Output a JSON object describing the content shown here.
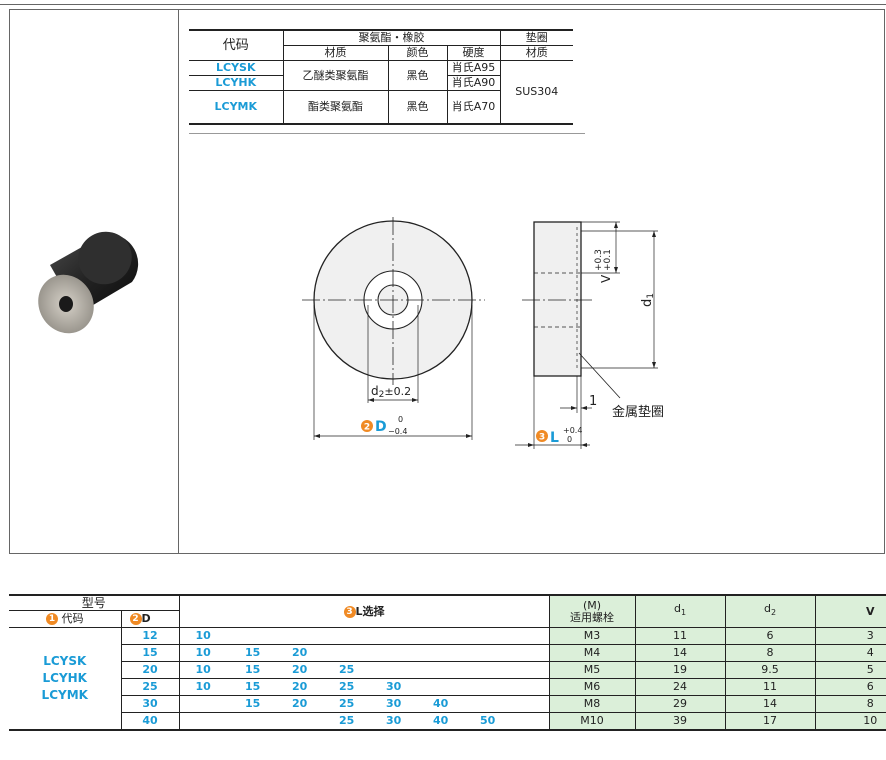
{
  "material_table": {
    "header_code": "代码",
    "group_pu": "聚氨酯・橡胶",
    "group_washer": "垫圈",
    "col_material": "材质",
    "col_color": "颜色",
    "col_hardness": "硬度",
    "col_washer_material": "材质",
    "rows": [
      {
        "code": "LCYSK",
        "material": "乙醚类聚氨酯",
        "color": "黑色",
        "hardness": "肖氏A95"
      },
      {
        "code": "LCYHK",
        "material": "",
        "color": "",
        "hardness": "肖氏A90"
      },
      {
        "code": "LCYMK",
        "material": "酯类聚氨酯",
        "color": "黑色",
        "hardness": "肖氏A70"
      }
    ],
    "washer_value": "SUS304"
  },
  "drawing": {
    "d2_label": "d",
    "d2_sub": "2",
    "d2_tol": "±0.2",
    "D_num": "2",
    "D_label": "D",
    "D_tol_top": "0",
    "D_tol_bottom": "−0.4",
    "L_num": "3",
    "L_label": "L",
    "L_tol_top": "+0.4",
    "L_tol_bottom": "0",
    "V_label": "V",
    "V_tol_top": "+0.3",
    "V_tol_bottom": "+0.1",
    "d1_label": "d",
    "d1_sub": "1",
    "dim_1": "1",
    "washer_note": "金属垫圈"
  },
  "spec_table": {
    "model_header": "型号",
    "code_num": "1",
    "code_header": "代码",
    "D_num": "2",
    "D_header": "D",
    "L_num": "3",
    "L_header": "L选择",
    "M_header_top": "(M)",
    "M_header_bottom": "适用螺栓",
    "d1_header": "d",
    "d1_sub": "1",
    "d2_header": "d",
    "d2_sub": "2",
    "V_header": "V",
    "codes": [
      "LCYSK",
      "LCYHK",
      "LCYMK"
    ],
    "rows": [
      {
        "D": "12",
        "L": [
          "10",
          "",
          "",
          "",
          "",
          "",
          "",
          ""
        ],
        "M": "M3",
        "d1": "11",
        "d2": "6",
        "V": "3"
      },
      {
        "D": "15",
        "L": [
          "10",
          "15",
          "20",
          "",
          "",
          "",
          "",
          ""
        ],
        "M": "M4",
        "d1": "14",
        "d2": "8",
        "V": "4"
      },
      {
        "D": "20",
        "L": [
          "10",
          "15",
          "20",
          "25",
          "",
          "",
          "",
          ""
        ],
        "M": "M5",
        "d1": "19",
        "d2": "9.5",
        "V": "5"
      },
      {
        "D": "25",
        "L": [
          "10",
          "15",
          "20",
          "25",
          "30",
          "",
          "",
          ""
        ],
        "M": "M6",
        "d1": "24",
        "d2": "11",
        "V": "6"
      },
      {
        "D": "30",
        "L": [
          "",
          "15",
          "20",
          "25",
          "30",
          "40",
          "",
          ""
        ],
        "M": "M8",
        "d1": "29",
        "d2": "14",
        "V": "8"
      },
      {
        "D": "40",
        "L": [
          "",
          "",
          "",
          "25",
          "30",
          "40",
          "50",
          ""
        ],
        "M": "M10",
        "d1": "39",
        "d2": "17",
        "V": "10"
      }
    ]
  },
  "colors": {
    "accent_blue": "#1a9bd6",
    "accent_orange": "#f08a24",
    "green_cell": "#dbefd9"
  }
}
